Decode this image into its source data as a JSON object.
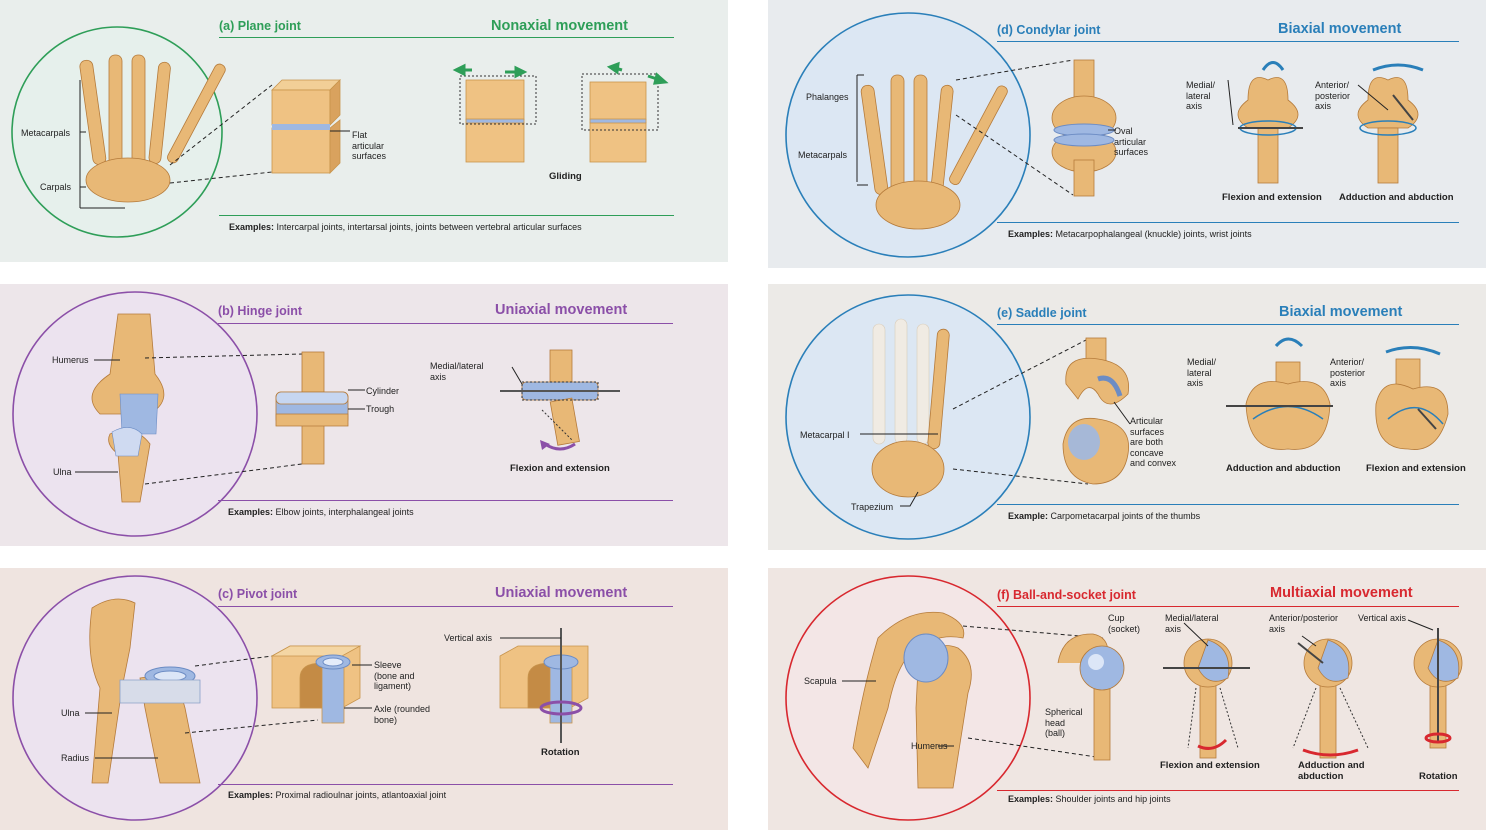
{
  "colors": {
    "green": "#2e9e58",
    "blue": "#2a7fb9",
    "purple": "#8b4fa8",
    "red": "#d8282f",
    "bone": "#e8b876",
    "bone_dark": "#b57b3b",
    "cartilage": "#9fb8e2"
  },
  "panels": {
    "a": {
      "title": "(a) Plane joint",
      "movement": "Nonaxial movement",
      "labels": [
        "Metacarpals",
        "Carpals",
        "Flat\narticular\nsurfaces"
      ],
      "caption": "Gliding",
      "examples_label": "Examples:",
      "examples_text": "Intercarpal joints, intertarsal joints, joints between vertebral articular surfaces"
    },
    "b": {
      "title": "(b) Hinge joint",
      "movement": "Uniaxial movement",
      "labels": [
        "Humerus",
        "Ulna",
        "Cylinder",
        "Trough",
        "Medial/lateral\naxis"
      ],
      "caption": "Flexion and extension",
      "examples_label": "Examples:",
      "examples_text": "Elbow joints, interphalangeal joints"
    },
    "c": {
      "title": "(c) Pivot joint",
      "movement": "Uniaxial movement",
      "labels": [
        "Ulna",
        "Radius",
        "Sleeve\n(bone and\nligament)",
        "Axle (rounded\nbone)",
        "Vertical axis"
      ],
      "caption": "Rotation",
      "examples_label": "Examples:",
      "examples_text": "Proximal radioulnar joints, atlantoaxial joint"
    },
    "d": {
      "title": "(d) Condylar joint",
      "movement": "Biaxial movement",
      "labels": [
        "Phalanges",
        "Metacarpals",
        "Oval\narticular\nsurfaces",
        "Medial/\nlateral\naxis",
        "Anterior/\nposterior\naxis"
      ],
      "captions": [
        "Flexion and extension",
        "Adduction and abduction"
      ],
      "examples_label": "Examples:",
      "examples_text": "Metacarpophalangeal (knuckle) joints, wrist joints"
    },
    "e": {
      "title": "(e) Saddle joint",
      "movement": "Biaxial movement",
      "labels": [
        "Metacarpal I",
        "Trapezium",
        "Articular\nsurfaces\nare both\nconcave\nand convex",
        "Medial/\nlateral\naxis",
        "Anterior/\nposterior\naxis"
      ],
      "captions": [
        "Adduction and abduction",
        "Flexion and extension"
      ],
      "examples_label": "Example:",
      "examples_text": "Carpometacarpal joints of the thumbs"
    },
    "f": {
      "title": "(f) Ball-and-socket joint",
      "movement": "Multiaxial movement",
      "labels": [
        "Scapula",
        "Humerus",
        "Cup\n(socket)",
        "Spherical\nhead\n(ball)",
        "Medial/lateral\naxis",
        "Anterior/posterior\naxis",
        "Vertical axis"
      ],
      "captions": [
        "Flexion and extension",
        "Adduction and\nabduction",
        "Rotation"
      ],
      "examples_label": "Examples:",
      "examples_text": "Shoulder joints and hip joints"
    }
  }
}
